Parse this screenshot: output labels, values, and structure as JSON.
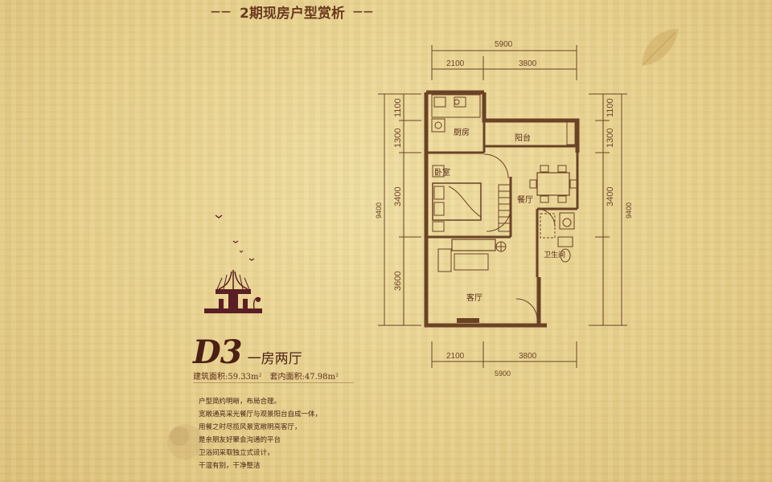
{
  "header": {
    "title": "2期现房户型赏析",
    "deco_left": "——",
    "deco_right": "——"
  },
  "model": {
    "code": "D3",
    "type_label": "一房两厅"
  },
  "areas": {
    "building_area": "建筑面积:59.33m²",
    "interior_area": "套内面积:47.98m²"
  },
  "description": [
    "户型简约明晰，布局合理。",
    "宽敞通亮采光餐厅与观景阳台自成一体，",
    "用餐之时尽揽风景宽敞明亮客厅，",
    "是亲朋友好聚会沟通的平台",
    "卫浴间采取独立式设计，",
    "干湿有别，干净整洁"
  ],
  "dimensions": {
    "top_total": "5900",
    "top_left": "2100",
    "top_right": "3800",
    "bottom_left": "2100",
    "bottom_right": "3800",
    "bottom_total": "5900",
    "left_1": "1100",
    "left_2": "1300",
    "left_3": "3400",
    "left_4": "3600",
    "left_total": "9400",
    "right_1": "1100",
    "right_2": "1300",
    "right_3": "3400",
    "right_total": "9400"
  },
  "rooms": {
    "kitchen": "厨房",
    "balcony": "阳台",
    "bedroom": "卧室",
    "dining": "餐厅",
    "bathroom": "卫生间",
    "living": "客厅"
  },
  "colors": {
    "wall": "#6b4226",
    "text": "#5a2a1a",
    "background": "#ead293"
  }
}
